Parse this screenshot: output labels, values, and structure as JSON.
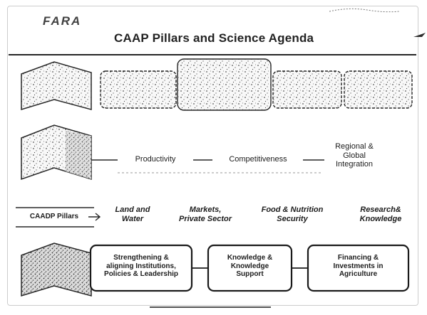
{
  "header": {
    "logo": "FARA",
    "title": "CAAP Pillars and Science Agenda"
  },
  "row_agenda": {
    "items": [
      "Productivity",
      "Competitiveness",
      "Regional &\nGlobal\nIntegration"
    ]
  },
  "row_pillars": {
    "label": "CAADP Pillars",
    "items": [
      "Land and\nWater",
      "Markets,\nPrivate Sector",
      "Food & Nutrition\nSecurity",
      "Research&\nKnowledge"
    ]
  },
  "row_enablers": {
    "items": [
      "Strengthening &\naligning Institutions,\nPolicies & Leadership",
      "Knowledge &\nKnowledge\nSupport",
      "Financing &\nInvestments in\nAgriculture"
    ]
  }
}
